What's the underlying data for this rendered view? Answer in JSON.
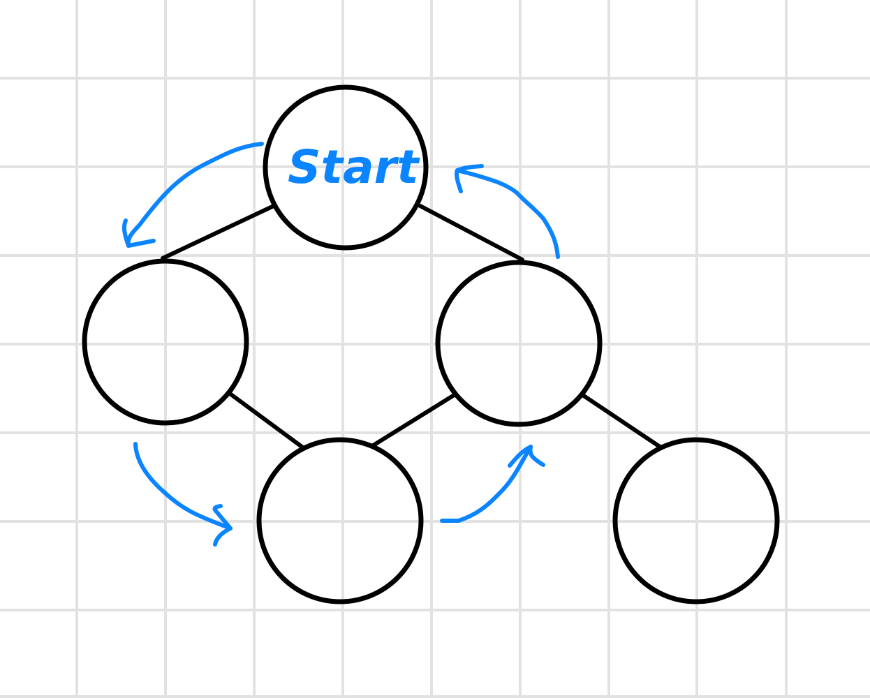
{
  "diagram": {
    "start_label": "Start",
    "colors": {
      "node_stroke": "#000000",
      "annotation": "#0a84ff",
      "grid": "#e2e2e2"
    },
    "nodes": [
      {
        "id": "start",
        "label": "Start"
      },
      {
        "id": "left"
      },
      {
        "id": "right"
      },
      {
        "id": "bottom-middle"
      },
      {
        "id": "bottom-right"
      }
    ],
    "edges": [
      [
        "start",
        "left"
      ],
      [
        "start",
        "right"
      ],
      [
        "left",
        "bottom-middle"
      ],
      [
        "right",
        "bottom-middle"
      ],
      [
        "right",
        "bottom-right"
      ]
    ],
    "traversal_arrows": [
      [
        "start",
        "left"
      ],
      [
        "left",
        "bottom-middle"
      ],
      [
        "bottom-middle",
        "right"
      ],
      [
        "right",
        "start"
      ]
    ]
  }
}
